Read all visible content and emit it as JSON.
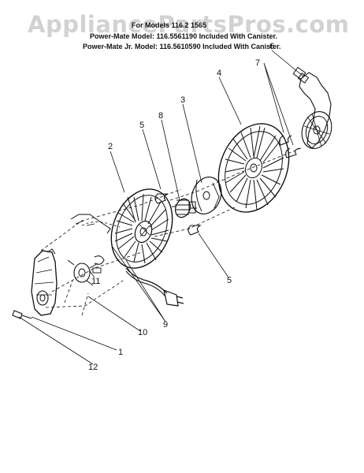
{
  "watermark": "AppliancePartsPros.com",
  "header": {
    "line1": "For Models 116.2 1565",
    "line2": "Power-Mate Model: 116.5561190 Included With Canister.",
    "line3": "Power-Mate Jr. Model: 116.5610590 Included With Canister."
  },
  "callouts": {
    "c1": "1",
    "c2": "2",
    "c3": "3",
    "c4": "4",
    "c5a": "5",
    "c5b": "5",
    "c6": "6",
    "c7": "7",
    "c8": "8",
    "c9": "9",
    "c10": "10",
    "c11": "11",
    "c12": "12"
  }
}
